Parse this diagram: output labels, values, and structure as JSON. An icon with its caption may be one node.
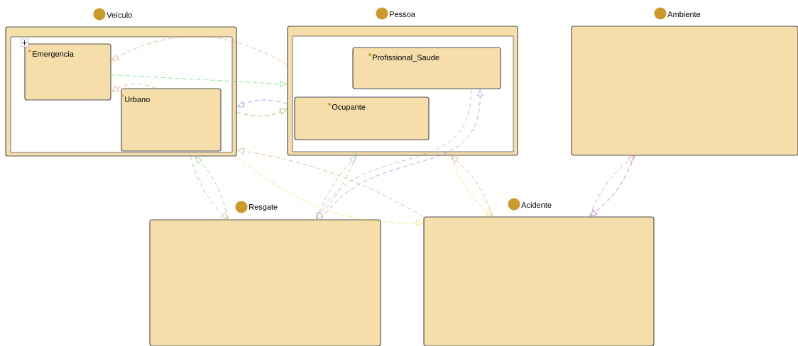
{
  "diagram": {
    "nodes": [
      {
        "text": [
          "Veículo"
        ]
      },
      {
        "text": [
          "Emergencia"
        ],
        "in": 0
      },
      {
        "text": [
          "Urbano"
        ],
        "in": 0
      },
      {
        "text": [
          "Pessoa"
        ]
      },
      {
        "text": [
          "Profissional_Saude"
        ],
        "in": 3
      },
      {
        "text": [
          "Ocupante"
        ],
        "in": 3
      },
      {
        "text": [
          "Ambiente"
        ]
      },
      {
        "text": [
          "Resgate"
        ]
      },
      {
        "text": [
          "Acidente"
        ]
      }
    ],
    "edges": [
      {
        "from": 3,
        "to": 1,
        "arrow": "to",
        "style": "dashed",
        "color": "#e0905a"
      },
      {
        "from": 1,
        "to": 3,
        "arrow": "to",
        "style": "dashed",
        "color": "#50d050"
      },
      {
        "from": 2,
        "to": 1,
        "arrow": "to",
        "style": "dashed",
        "color": "#e0905a"
      },
      {
        "from": 3,
        "to": 0,
        "arrow": "to",
        "style": "dashed",
        "color": "#5080d0"
      },
      {
        "from": 0,
        "to": 3,
        "arrow": "to",
        "style": "dashed",
        "color": "#909020"
      },
      {
        "from": 0,
        "to": 7,
        "arrow": "to",
        "style": "dashed",
        "color": "#e0905a"
      },
      {
        "from": 7,
        "to": 0,
        "arrow": "to",
        "style": "dashed",
        "color": "#50d050"
      },
      {
        "from": 8,
        "to": 0,
        "arrow": "to",
        "style": "dashed",
        "color": "#e0905a"
      },
      {
        "from": 0,
        "to": 8,
        "arrow": "to",
        "style": "dashed",
        "color": "#f0d020"
      },
      {
        "from": 4,
        "to": 7,
        "arrow": "to",
        "style": "dashed",
        "color": "#a0a0a0"
      },
      {
        "from": 7,
        "to": 4,
        "arrow": "to",
        "style": "dashed",
        "color": "#b060f0"
      },
      {
        "from": 3,
        "to": 7,
        "arrow": "to",
        "style": "dashed",
        "color": "#e0905a"
      },
      {
        "from": 7,
        "to": 3,
        "arrow": "to",
        "style": "dashed",
        "color": "#50d050"
      },
      {
        "from": 3,
        "to": 8,
        "arrow": "to",
        "style": "dashed",
        "color": "#f0d020"
      },
      {
        "from": 8,
        "to": 3,
        "arrow": "to",
        "style": "dashed",
        "color": "#e0905a"
      },
      {
        "from": 6,
        "to": 8,
        "arrow": "to",
        "style": "dashed",
        "color": "#9030e0"
      },
      {
        "from": 8,
        "to": 6,
        "arrow": "to",
        "style": "dashed",
        "color": "#e07070"
      }
    ]
  }
}
